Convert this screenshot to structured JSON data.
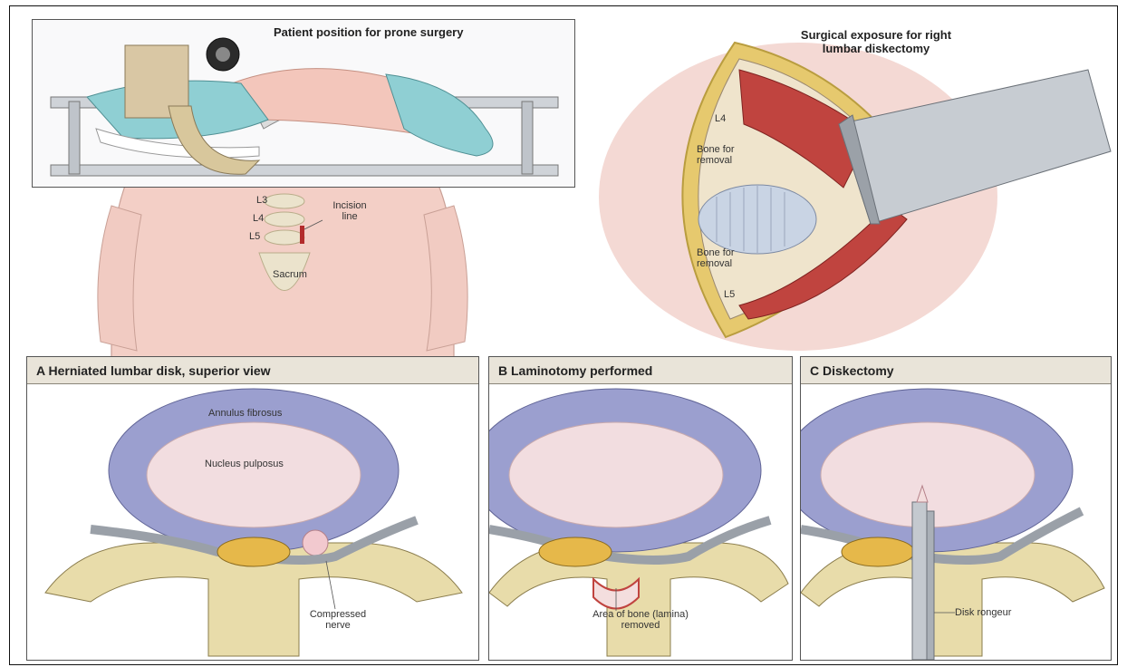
{
  "top_left": {
    "title": "Patient position for prone surgery",
    "vertebra_labels": [
      "L3",
      "L4",
      "L5"
    ],
    "incision_label": "Incision line",
    "sacrum_label": "Sacrum"
  },
  "top_right": {
    "title": "Surgical exposure for right lumbar diskectomy",
    "upper_vertebra": "L4",
    "lower_vertebra": "L5",
    "bone_label_upper": "Bone for removal",
    "bone_label_lower": "Bone for removal"
  },
  "panel_a": {
    "title": "A  Herniated lumbar disk, superior view",
    "annulus_label": "Annulus fibrosus",
    "nucleus_label": "Nucleus pulposus",
    "nerve_label": "Compressed nerve"
  },
  "panel_b": {
    "title": "B  Laminotomy performed",
    "removed_label": "Area of bone (lamina) removed"
  },
  "panel_c": {
    "title": "C  Diskectomy",
    "rongeur_label": "Disk rongeur"
  },
  "colors": {
    "annulus": "#9b9fcf",
    "nucleus": "#f2dde0",
    "bone": "#e8dcaa",
    "muscle": "#c0443f",
    "skin": "#f0c8c0",
    "drape": "#8fcfd3",
    "header_bg": "#e9e4d9"
  }
}
